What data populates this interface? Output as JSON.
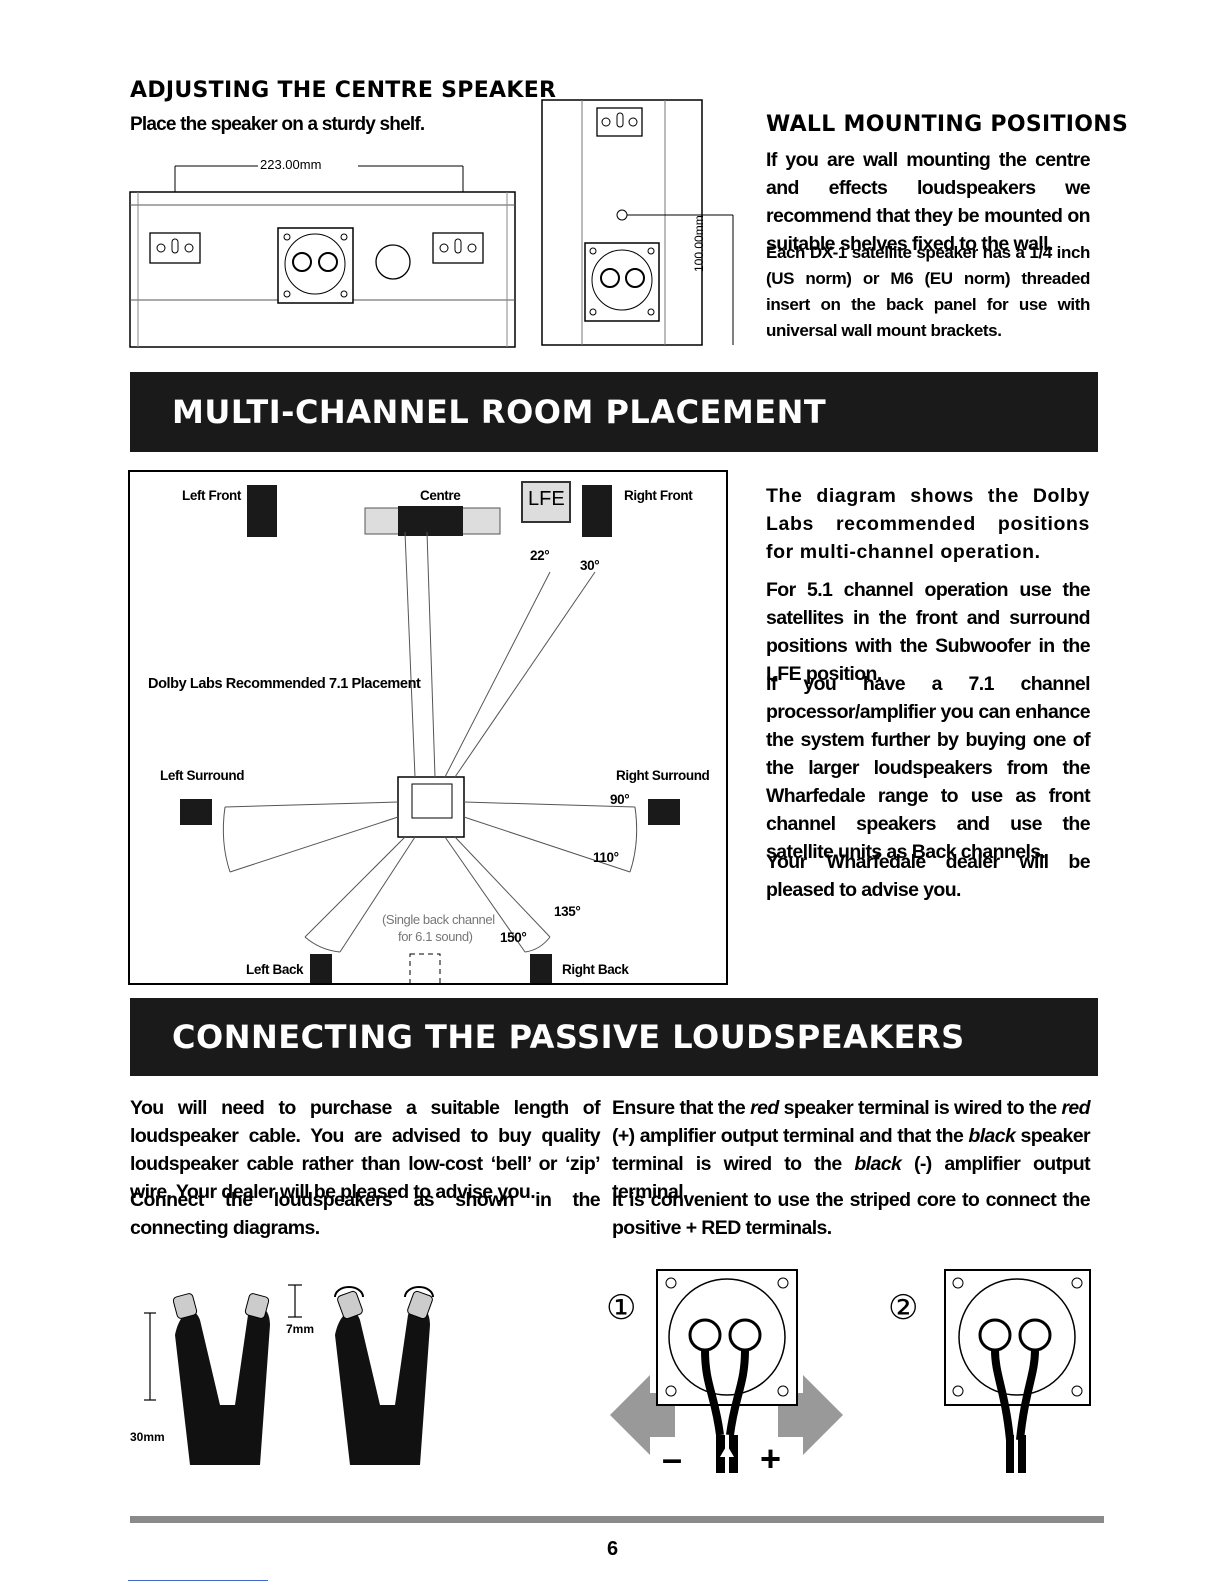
{
  "adjusting": {
    "title": "ADJUSTING THE CENTRE SPEAKER",
    "subtitle": "Place the speaker on a sturdy shelf.",
    "dimension_width": "223.00mm",
    "dimension_height": "100.00mm"
  },
  "wall": {
    "title": "WALL MOUNTING POSITIONS",
    "para1": "If you are wall mounting the centre and effects loudspeakers we recommend that they be mounted on suitable shelves fixed to the wall.",
    "para2": "Each DX-1 satellite speaker has a 1/4 inch (US norm) or M6 (EU norm) threaded insert on the back panel for use with universal wall mount brackets."
  },
  "banner1": "MULTI-CHANNEL ROOM PLACEMENT",
  "diagram": {
    "left_front": "Left Front",
    "centre": "Centre",
    "lfe": "LFE",
    "right_front": "Right Front",
    "angle_22": "22°",
    "angle_30": "30°",
    "caption": "Dolby Labs Recommended 7.1 Placement",
    "left_surround": "Left Surround",
    "right_surround": "Right Surround",
    "angle_90": "90°",
    "angle_110": "110°",
    "angle_135": "135°",
    "angle_150": "150°",
    "single_back_1": "(Single back channel",
    "single_back_2": "for 6.1 sound)",
    "left_back": "Left Back",
    "right_back": "Right Back"
  },
  "placement_text": {
    "p1": "The diagram shows the Dolby Labs recommended positions for multi-channel operation.",
    "p2": "For 5.1 channel operation use the satellites in the front and surround positions with the Subwoofer in the LFE position.",
    "p3": "If you have a 7.1 channel processor/amplifier you can enhance the system further by buying one of the larger loudspeakers from the Wharfedale range to use as front channel speakers and use the satellite units as Back channels.",
    "p4": "Your Wharfedale dealer will be pleased to advise you."
  },
  "banner2": "CONNECTING THE PASSIVE LOUDSPEAKERS",
  "connecting": {
    "left_p1": "You will need to purchase a suitable length of loudspeaker cable. You are advised to buy quality loudspeaker cable rather than low-cost ‘bell’ or ‘zip’ wire. Your dealer will be pleased to advise you.",
    "left_p2": "Connect the loudspeakers as shown in the connecting diagrams.",
    "right_p1_a": "Ensure that the ",
    "red1": "red",
    "right_p1_b": " speaker terminal is wired to the ",
    "red2": "red",
    "right_p1_c": " (+) amplifier output terminal and that the ",
    "black1": "black",
    "right_p1_d": " speaker terminal is wired to the ",
    "black2": "black",
    "right_p1_e": " (-) amplifier output terminal.",
    "right_p2": "It is convenient to use the striped core to connect the positive + RED terminals.",
    "dim_7mm": "7mm",
    "dim_30mm": "30mm",
    "step1": "①",
    "step2": "②",
    "minus": "–",
    "plus": "+"
  },
  "page_number": "6"
}
